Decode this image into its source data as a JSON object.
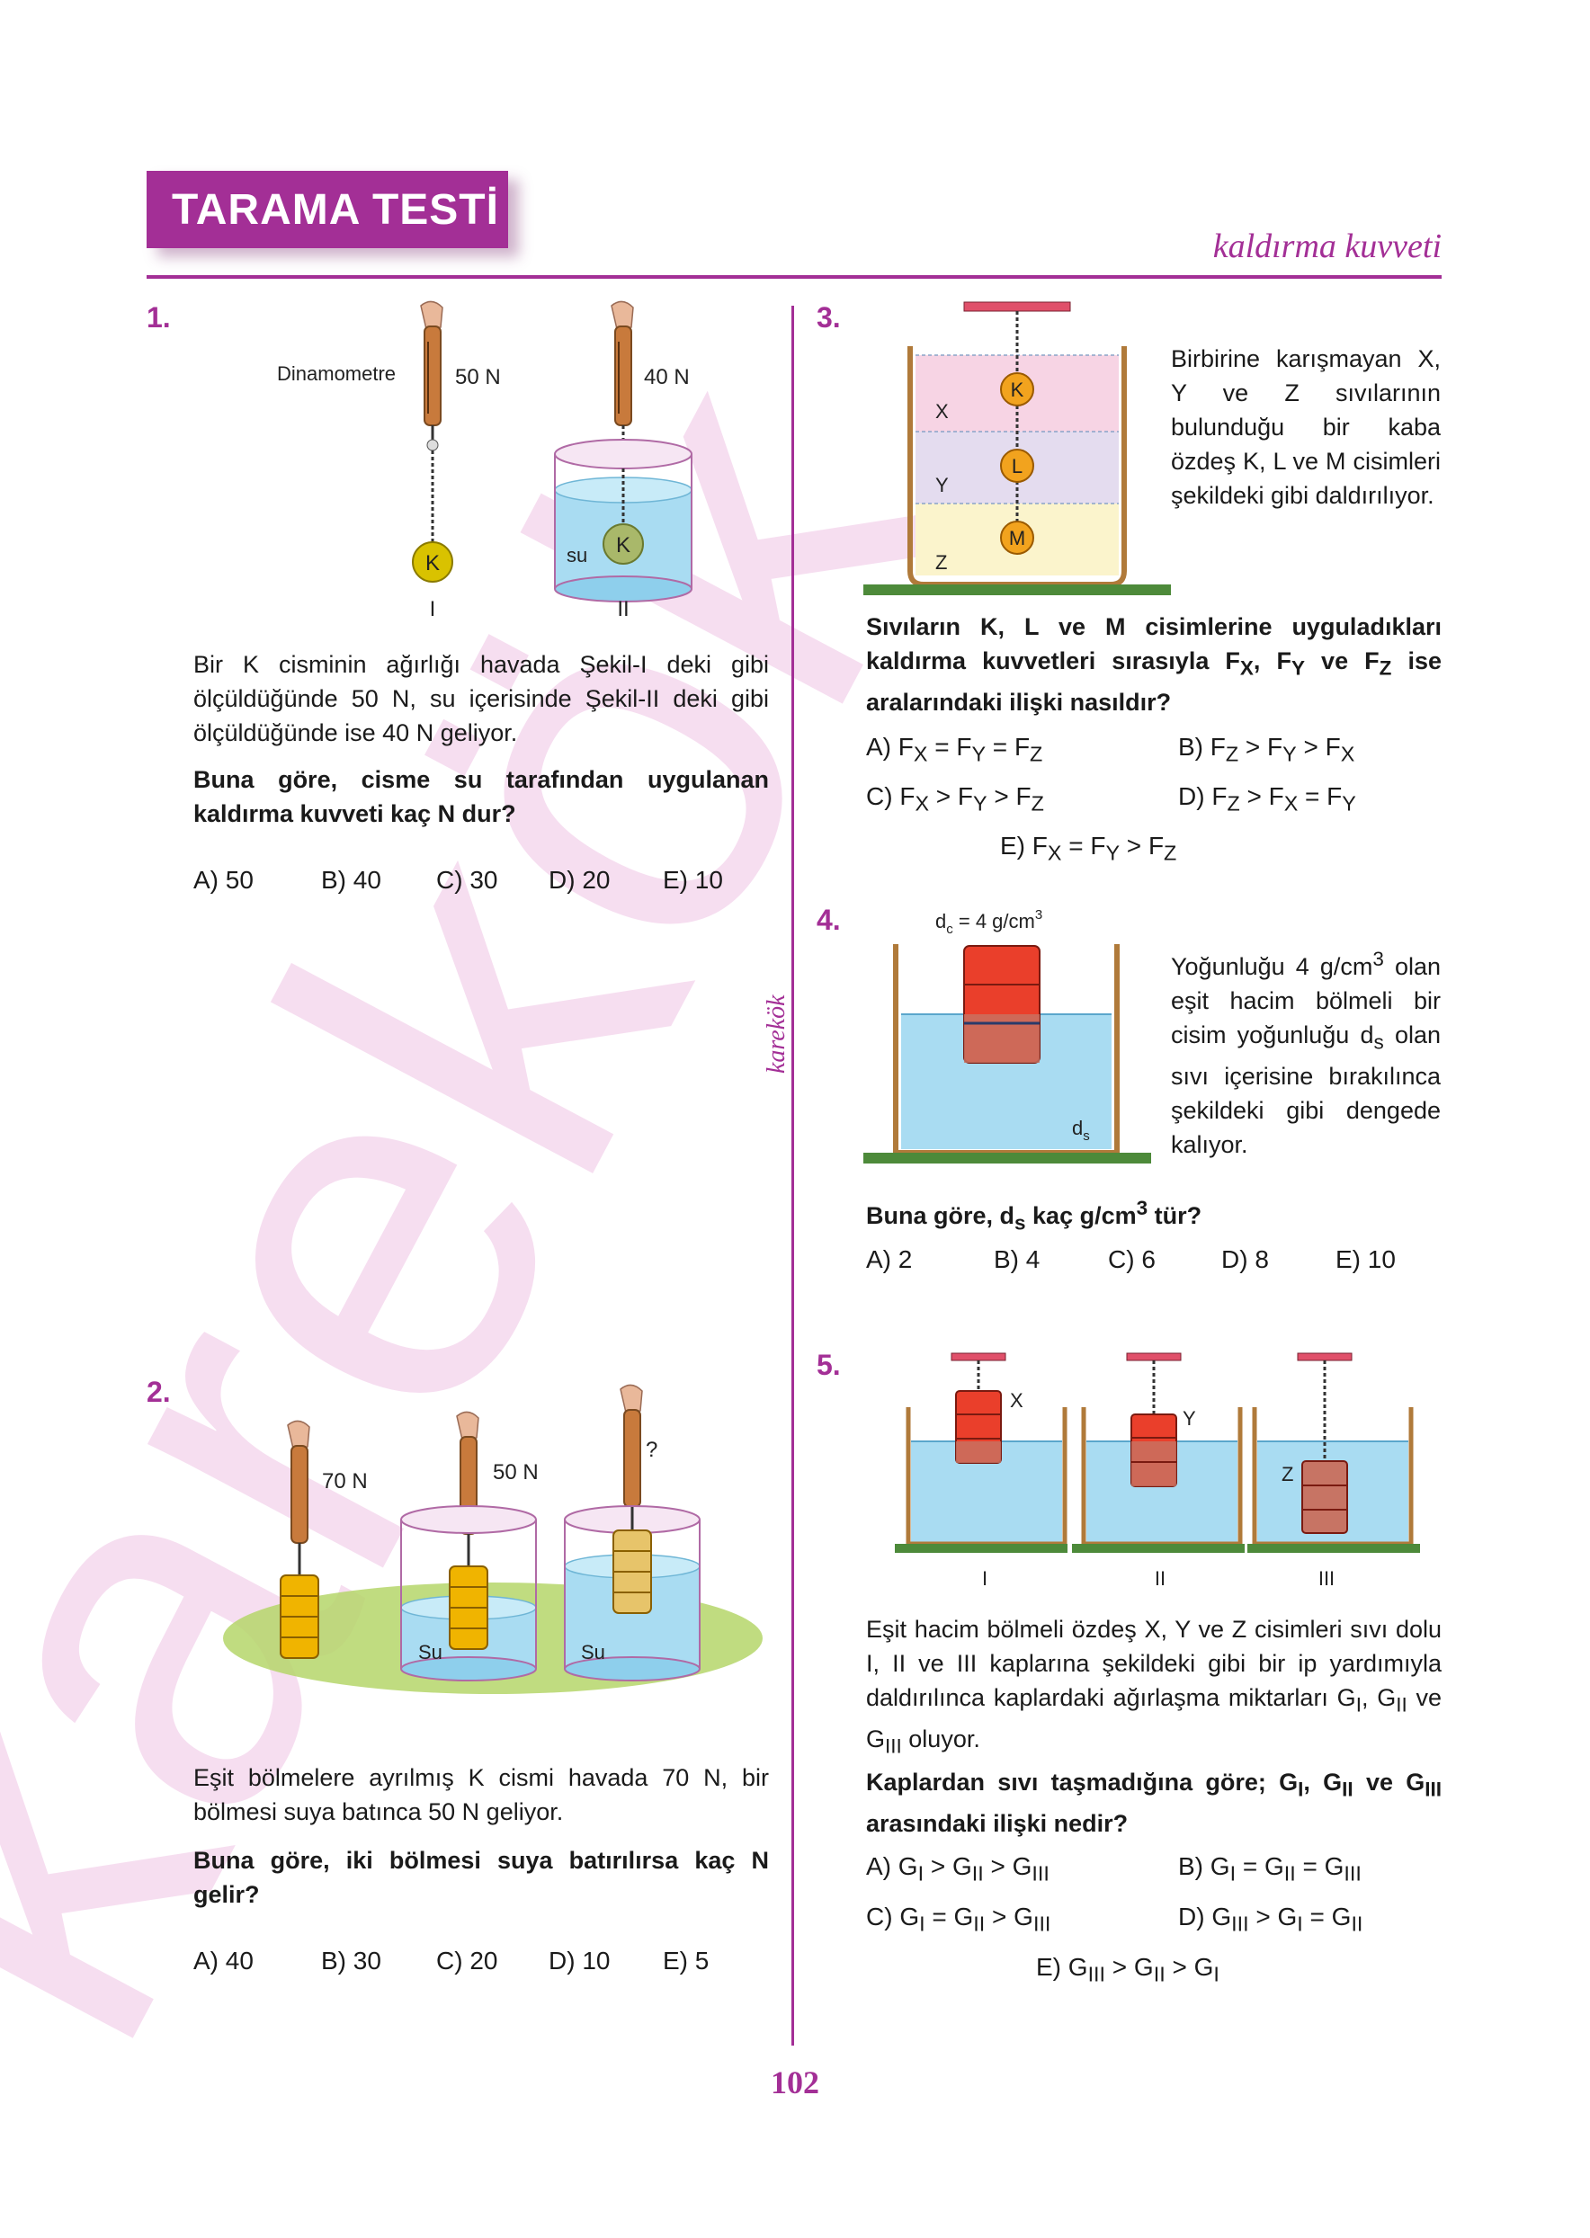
{
  "header": {
    "title": "TARAMA TESTİ",
    "subject": "kaldırma kuvveti",
    "side_label": "karekök",
    "page_number": "102",
    "watermark": "karekök"
  },
  "q1": {
    "number": "1.",
    "fig": {
      "dynamometer": "Dinamometre",
      "reading1": "50 N",
      "reading2": "40 N",
      "water": "su",
      "object": "K",
      "fig1": "I",
      "fig2": "II"
    },
    "text": "Bir K cisminin ağırlığı havada Şekil-I deki gibi ölçüldüğünde 50 N, su içerisinde Şekil-II deki gibi ölçüldüğünde ise 40 N geliyor.",
    "question": "Buna göre, cisme su tarafından uygulanan kaldırma kuvveti kaç N dur?",
    "options": [
      "A) 50",
      "B) 40",
      "C) 30",
      "D) 20",
      "E) 10"
    ]
  },
  "q2": {
    "number": "2.",
    "fig": {
      "reading1": "70 N",
      "reading2": "50 N",
      "reading3": "?",
      "water1": "Su",
      "water2": "Su"
    },
    "text": "Eşit bölmelere ayrılmış K cismi havada 70 N, bir bölmesi suya batınca 50 N geliyor.",
    "question": "Buna göre, iki bölmesi suya batırılırsa kaç N gelir?",
    "options": [
      "A) 40",
      "B) 30",
      "C) 20",
      "D) 10",
      "E) 5"
    ]
  },
  "q3": {
    "number": "3.",
    "fig": {
      "liquids": [
        "X",
        "Y",
        "Z"
      ],
      "objects": [
        "K",
        "L",
        "M"
      ]
    },
    "text": "Birbirine karışmayan X, Y ve Z sıvılarının bulunduğu bir kaba özdeş K, L ve M cisimleri şekildeki gibi daldırılıyor.",
    "question_parts": [
      "Sıvıların K, L ve M cisimlerine uyguladıkları kaldırma kuvvetleri sırasıyla F",
      "X",
      ", F",
      "Y",
      " ve F",
      "Z",
      " ise aralarındaki ilişki nasıldır?"
    ],
    "options": [
      {
        "label": "A)",
        "parts": [
          "F",
          "X",
          " = F",
          "Y",
          " = F",
          "Z"
        ]
      },
      {
        "label": "B)",
        "parts": [
          "F",
          "Z",
          " > F",
          "Y",
          " > F",
          "X"
        ]
      },
      {
        "label": "C)",
        "parts": [
          "F",
          "X",
          " > F",
          "Y",
          " > F",
          "Z"
        ]
      },
      {
        "label": "D)",
        "parts": [
          "F",
          "Z",
          " > F",
          "X",
          " = F",
          "Y"
        ]
      },
      {
        "label": "E)",
        "parts": [
          "F",
          "X",
          " = F",
          "Y",
          " > F",
          "Z"
        ]
      }
    ]
  },
  "q4": {
    "number": "4.",
    "fig": {
      "dc_label": "d",
      "dc_sub": "c",
      "dc_value": " = 4 g/cm",
      "dc_exp": "3",
      "ds_label": "d",
      "ds_sub": "s"
    },
    "text_parts": [
      "Yoğunluğu 4 g/cm",
      "3",
      " olan eşit hacim bölmeli bir cisim yoğunluğu d",
      "s",
      " olan sıvı içerisine bırakılınca şekildeki gibi dengede kalıyor."
    ],
    "question_parts": [
      "Buna göre, d",
      "s",
      " kaç g/cm",
      "3",
      " tür?"
    ],
    "options": [
      "A) 2",
      "B) 4",
      "C) 6",
      "D) 8",
      "E) 10"
    ]
  },
  "q5": {
    "number": "5.",
    "fig": {
      "objects": [
        "X",
        "Y",
        "Z"
      ],
      "containers": [
        "I",
        "II",
        "III"
      ]
    },
    "text_parts": [
      "Eşit hacim bölmeli özdeş X, Y ve Z cisimleri sıvı dolu I, II ve III kaplarına şekildeki gibi bir ip yardımıyla daldırılınca kaplardaki ağırlaşma miktarları G",
      "I",
      ", G",
      "II",
      " ve G",
      "III",
      " oluyor."
    ],
    "question_parts": [
      "Kaplardan sıvı taşmadığına göre; G",
      "I",
      ", G",
      "II",
      " ve G",
      "III",
      " arasındaki ilişki nedir?"
    ],
    "options": [
      {
        "label": "A)",
        "parts": [
          "G",
          "I",
          " > G",
          "II",
          " > G",
          "III"
        ]
      },
      {
        "label": "B)",
        "parts": [
          "G",
          "I",
          " = G",
          "II",
          " = G",
          "III"
        ]
      },
      {
        "label": "C)",
        "parts": [
          "G",
          "I",
          " = G",
          "II",
          " > G",
          "III"
        ]
      },
      {
        "label": "D)",
        "parts": [
          "G",
          "III",
          " > G",
          "I",
          " = G",
          "II"
        ]
      },
      {
        "label": "E)",
        "parts": [
          "G",
          "III",
          " > G",
          "II",
          " > G",
          "I"
        ]
      }
    ]
  },
  "colors": {
    "accent": "#a32f96",
    "water": "#a9dcf2",
    "ground": "#4d8a3a"
  }
}
